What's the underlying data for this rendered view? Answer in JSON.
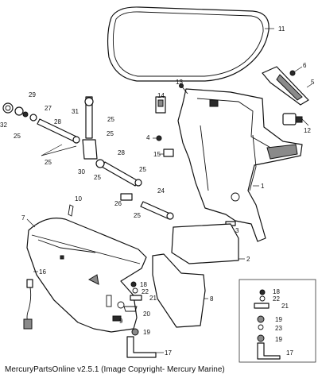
{
  "footer": {
    "credit": "MercuryPartsOnline v2.5.1 (Image Copyright- Mercury Marine)"
  },
  "callouts": {
    "c1": "1",
    "c2": "2",
    "c3": "3",
    "c4": "4",
    "c5": "5",
    "c6": "6",
    "c7": "7",
    "c8": "8",
    "c9": "9",
    "c10": "10",
    "c11": "11",
    "c12": "12",
    "c13": "13",
    "c14": "14",
    "c15": "15",
    "c16": "16",
    "c17": "17",
    "c18": "18",
    "c19": "19",
    "c20": "20",
    "c21": "21",
    "c22": "22",
    "c23": "23",
    "c24": "24",
    "c25": "25",
    "c26": "26",
    "c27": "27",
    "c28": "28",
    "c29": "29",
    "c30": "30",
    "c31": "31",
    "c32": "32"
  }
}
